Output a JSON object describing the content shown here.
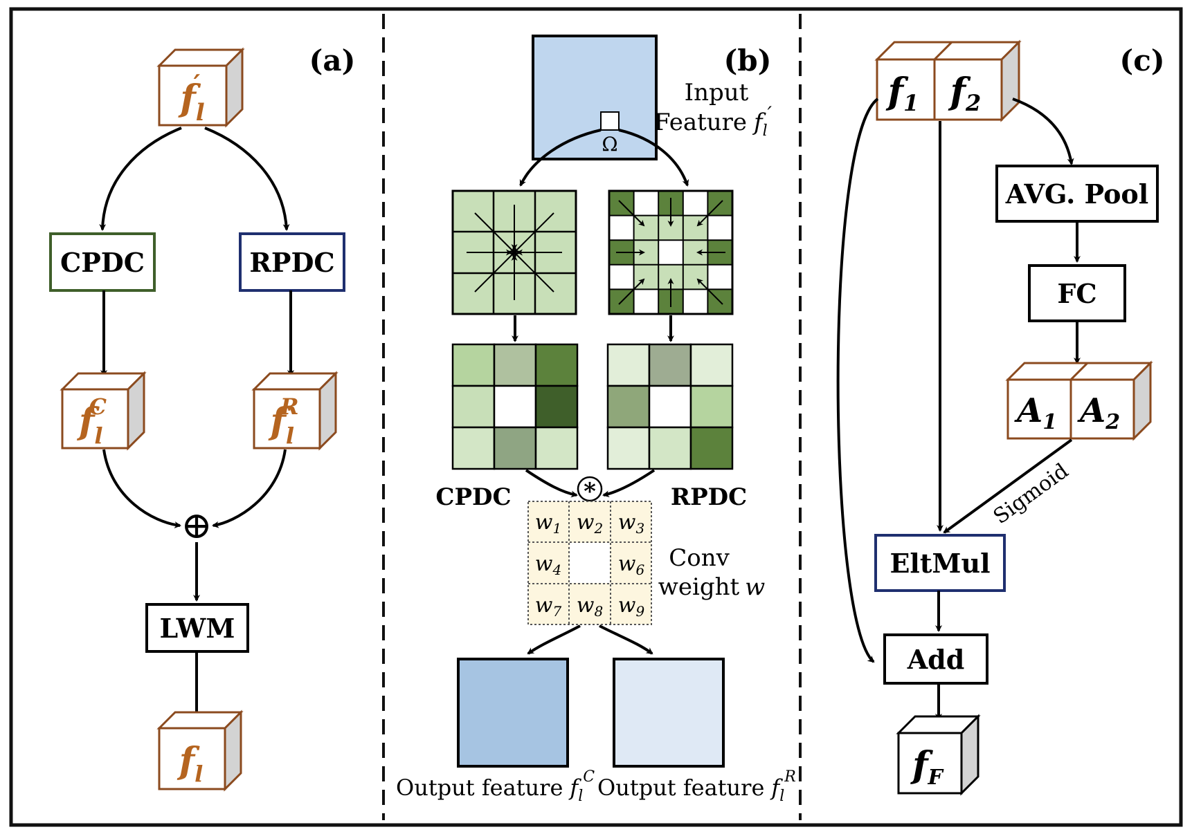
{
  "panels": {
    "a": {
      "label": "(a)",
      "input": {
        "base": "f",
        "sub": "l",
        "sup": "′"
      },
      "cpdc": "CPDC",
      "rpdc": "RPDC",
      "fc": {
        "base": "f",
        "sub": "l",
        "sup": "C"
      },
      "fr": {
        "base": "f",
        "sub": "l",
        "sup": "R"
      },
      "sum_symbol": "⊕",
      "lwm": "LWM",
      "output": {
        "base": "f",
        "sub": "l"
      }
    },
    "b": {
      "label": "(b)",
      "input_line1": "Input",
      "input_line2": "Feature",
      "input_math": {
        "base": "f",
        "sub": "l",
        "sup": "′"
      },
      "omega": "Ω",
      "cpdc": "CPDC",
      "rpdc": "RPDC",
      "conv_symbol": "*",
      "weights": [
        "w1",
        "w2",
        "w3",
        "w4",
        "",
        "w6",
        "w7",
        "w8",
        "w9"
      ],
      "weight_base": "w",
      "weight_subs": [
        "1",
        "2",
        "3",
        "4",
        "",
        "6",
        "7",
        "8",
        "9"
      ],
      "conv_line1": "Conv",
      "conv_line2": "weight",
      "conv_math": "w",
      "out_c_label": "Output feature",
      "out_c_math": {
        "base": "f",
        "sub": "l",
        "sup": "C"
      },
      "out_r_label": "Output feature",
      "out_r_math": {
        "base": "f",
        "sub": "l",
        "sup": "R"
      }
    },
    "c": {
      "label": "(c)",
      "f1": {
        "base": "f",
        "sub": "1"
      },
      "f2": {
        "base": "f",
        "sub": "2"
      },
      "avg_pool": "AVG. Pool",
      "fc": "FC",
      "a1": {
        "base": "A",
        "sub": "1"
      },
      "a2": {
        "base": "A",
        "sub": "2"
      },
      "sigmoid": "Sigmoid",
      "eltmul": "EltMul",
      "add": "Add",
      "output": {
        "base": "f",
        "sub": "F"
      }
    }
  },
  "colors": {
    "feature_border": "#8B4A1E",
    "feature_text": "#B5641F",
    "cube_side": "#D3D3D3",
    "cpdc_border": "#3F5F2A",
    "rpdc_border": "#1F2F6F",
    "grid_light": "#C8DFB8",
    "grid_dark": "#5C823C",
    "input_blue": "#BFD6EE",
    "out_c_blue": "#A6C4E2",
    "out_r_blue": "#DFE9F5",
    "weight_bg": "#FDF6DF"
  }
}
